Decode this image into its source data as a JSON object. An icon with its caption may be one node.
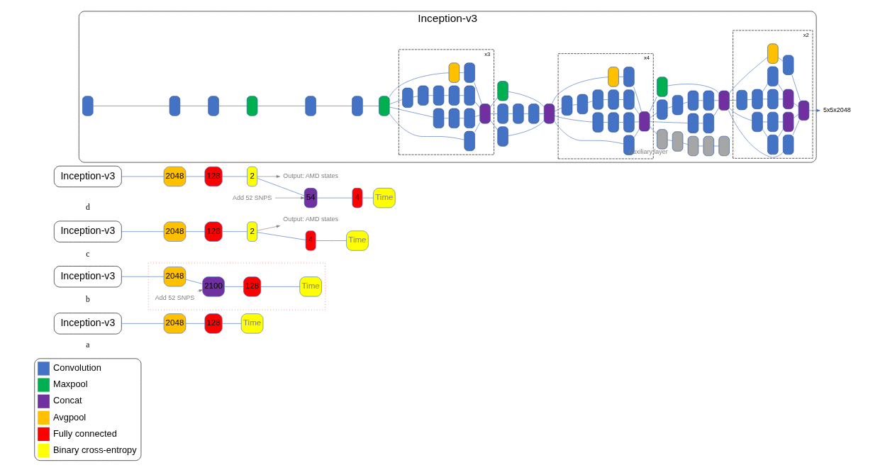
{
  "diagram": {
    "nodes": [
      {
        "text": [
          "Inception-v3"
        ]
      },
      {
        "text": [],
        "shape": "box",
        "in": 0
      },
      {
        "text": [],
        "shape": "box",
        "in": 0
      },
      {
        "text": [],
        "shape": "box",
        "in": 0
      },
      {
        "text": [],
        "shape": "box",
        "in": 0
      },
      {
        "text": [],
        "shape": "box",
        "in": 0
      },
      {
        "text": [],
        "shape": "box",
        "in": 0
      },
      {
        "text": [],
        "shape": "box",
        "in": 0
      },
      {
        "text": [
          "x3"
        ],
        "in": 0
      },
      {
        "text": [],
        "shape": "box",
        "in": 8
      },
      {
        "text": [],
        "shape": "box",
        "in": 8
      },
      {
        "text": [],
        "shape": "box",
        "in": 8
      },
      {
        "text": [],
        "shape": "box",
        "in": 8
      },
      {
        "text": [],
        "shape": "box",
        "in": 8
      },
      {
        "text": [],
        "shape": "box",
        "in": 8
      },
      {
        "text": [],
        "shape": "box",
        "in": 8
      },
      {
        "text": [],
        "shape": "box",
        "in": 8
      },
      {
        "text": [],
        "shape": "box",
        "in": 8
      },
      {
        "text": [],
        "shape": "box",
        "in": 8
      },
      {
        "text": [],
        "shape": "box",
        "in": 8
      },
      {
        "text": [],
        "shape": "box",
        "in": 8
      },
      {
        "text": [],
        "shape": "box",
        "in": 0
      },
      {
        "text": [],
        "shape": "box",
        "in": 0
      },
      {
        "text": [],
        "shape": "box",
        "in": 0
      },
      {
        "text": [],
        "shape": "box",
        "in": 0
      },
      {
        "text": [],
        "shape": "box",
        "in": 0
      },
      {
        "text": [],
        "shape": "box",
        "in": 0
      },
      {
        "text": [
          "x4"
        ],
        "in": 0
      },
      {
        "text": [],
        "shape": "box",
        "in": 27
      },
      {
        "text": [],
        "shape": "box",
        "in": 27
      },
      {
        "text": [],
        "shape": "box",
        "in": 27
      },
      {
        "text": [],
        "shape": "box",
        "in": 27
      },
      {
        "text": [],
        "shape": "box",
        "in": 27
      },
      {
        "text": [],
        "shape": "box",
        "in": 27
      },
      {
        "text": [],
        "shape": "box",
        "in": 27
      },
      {
        "text": [],
        "shape": "box",
        "in": 27
      },
      {
        "text": [],
        "shape": "box",
        "in": 27
      },
      {
        "text": [],
        "shape": "box",
        "in": 27
      },
      {
        "text": [],
        "shape": "box",
        "in": 27
      },
      {
        "text": [],
        "shape": "box",
        "in": 27
      },
      {
        "text": [],
        "shape": "box",
        "in": 0,
        "beside": [
          "Auxiliary layer"
        ]
      },
      {
        "text": [],
        "shape": "box",
        "in": 0
      },
      {
        "text": [],
        "shape": "box",
        "in": 0
      },
      {
        "text": [],
        "shape": "box",
        "in": 0
      },
      {
        "text": [],
        "shape": "box",
        "in": 0
      },
      {
        "text": [],
        "shape": "box",
        "in": 0
      },
      {
        "text": [],
        "shape": "box",
        "in": 0
      },
      {
        "text": [],
        "shape": "box",
        "in": 0
      },
      {
        "text": [],
        "shape": "box",
        "in": 0
      },
      {
        "text": [],
        "shape": "box",
        "in": 0
      },
      {
        "text": [],
        "shape": "box",
        "in": 0
      },
      {
        "text": [],
        "shape": "box",
        "in": 0
      },
      {
        "text": [],
        "shape": "box",
        "in": 0
      },
      {
        "text": [
          "x2"
        ],
        "in": 0
      },
      {
        "text": [],
        "shape": "box",
        "in": 53
      },
      {
        "text": [],
        "shape": "box",
        "in": 53
      },
      {
        "text": [],
        "shape": "box",
        "in": 53
      },
      {
        "text": [],
        "shape": "box",
        "in": 53
      },
      {
        "text": [],
        "shape": "box",
        "in": 53
      },
      {
        "text": [],
        "shape": "box",
        "in": 53
      },
      {
        "text": [],
        "shape": "box",
        "in": 53
      },
      {
        "text": [],
        "shape": "box",
        "in": 53
      },
      {
        "text": [],
        "shape": "box",
        "in": 53
      },
      {
        "text": [],
        "shape": "box",
        "in": 53
      },
      {
        "text": [],
        "shape": "box",
        "in": 53
      },
      {
        "text": [],
        "shape": "box",
        "in": 53
      },
      {
        "text": [],
        "shape": "box",
        "in": 53
      },
      {
        "text": [
          "5x5x2048"
        ]
      },
      {
        "text": [
          "Inception-v3"
        ]
      },
      {
        "text": [
          "2048"
        ]
      },
      {
        "text": [
          "128"
        ]
      },
      {
        "text": [
          "Time"
        ]
      },
      {
        "text": [
          "Inception-v3"
        ]
      },
      {
        "text": [],
        "shape": "box"
      },
      {
        "text": [
          "2048"
        ],
        "in": 73
      },
      {
        "text": [
          "2100"
        ],
        "in": 73
      },
      {
        "text": [
          "128"
        ],
        "in": 73
      },
      {
        "text": [
          "Time"
        ],
        "in": 73
      },
      {
        "text": [
          "Add 52 SNPS"
        ],
        "in": 73
      },
      {
        "text": [
          "Inception-v3"
        ]
      },
      {
        "text": [
          "2048"
        ]
      },
      {
        "text": [
          "128"
        ]
      },
      {
        "text": [
          "2"
        ]
      },
      {
        "text": [
          "4"
        ]
      },
      {
        "text": [
          "Time"
        ]
      },
      {
        "text": [
          "Output: AMD states"
        ]
      },
      {
        "text": [
          "Inception-v3"
        ]
      },
      {
        "text": [
          "2048"
        ]
      },
      {
        "text": [
          "128"
        ]
      },
      {
        "text": [
          "2"
        ]
      },
      {
        "text": [
          "54"
        ]
      },
      {
        "text": [
          "4"
        ]
      },
      {
        "text": [
          "Time"
        ]
      },
      {
        "text": [
          "Output: AMD states"
        ]
      },
      {
        "text": [
          "Add 52 SNPS"
        ]
      }
    ],
    "edges": [
      {
        "from": 1,
        "to": 2,
        "arrow": "none"
      },
      {
        "from": 2,
        "to": 3,
        "arrow": "none"
      },
      {
        "from": 3,
        "to": 4,
        "arrow": "none"
      },
      {
        "from": 4,
        "to": 5,
        "arrow": "none"
      },
      {
        "from": 5,
        "to": 6,
        "arrow": "none"
      },
      {
        "from": 6,
        "to": 7,
        "arrow": "none"
      },
      {
        "from": 7,
        "to": 9,
        "arrow": "none"
      },
      {
        "from": 7,
        "to": 10,
        "arrow": "none"
      },
      {
        "from": 7,
        "to": 13,
        "arrow": "none"
      },
      {
        "from": 7,
        "to": 18,
        "arrow": "none"
      },
      {
        "from": 10,
        "to": 11,
        "arrow": "none"
      },
      {
        "from": 11,
        "to": 12,
        "arrow": "none"
      },
      {
        "from": 13,
        "to": 14,
        "arrow": "none"
      },
      {
        "from": 14,
        "to": 15,
        "arrow": "none"
      },
      {
        "from": 15,
        "to": 16,
        "arrow": "none"
      },
      {
        "from": 16,
        "to": 17,
        "arrow": "none"
      },
      {
        "from": 18,
        "to": 19,
        "arrow": "none"
      },
      {
        "from": 9,
        "to": 20,
        "arrow": "none"
      },
      {
        "from": 12,
        "to": 20,
        "arrow": "none"
      },
      {
        "from": 17,
        "to": 20,
        "arrow": "none"
      },
      {
        "from": 19,
        "to": 20,
        "arrow": "none"
      },
      {
        "from": 20,
        "to": 21,
        "arrow": "none"
      },
      {
        "from": 20,
        "to": 22,
        "arrow": "none"
      },
      {
        "from": 20,
        "to": 25,
        "arrow": "none"
      },
      {
        "from": 22,
        "to": 23,
        "arrow": "none"
      },
      {
        "from": 23,
        "to": 24,
        "arrow": "none"
      },
      {
        "from": 21,
        "to": 26,
        "arrow": "none"
      },
      {
        "from": 24,
        "to": 26,
        "arrow": "none"
      },
      {
        "from": 25,
        "to": 26,
        "arrow": "none"
      },
      {
        "from": 26,
        "to": 28,
        "arrow": "none"
      },
      {
        "from": 26,
        "to": 29,
        "arrow": "none"
      },
      {
        "from": 26,
        "to": 32,
        "arrow": "none"
      },
      {
        "from": 26,
        "to": 37,
        "arrow": "none"
      },
      {
        "from": 29,
        "to": 30,
        "arrow": "none"
      },
      {
        "from": 30,
        "to": 31,
        "arrow": "none"
      },
      {
        "from": 32,
        "to": 33,
        "arrow": "none"
      },
      {
        "from": 33,
        "to": 34,
        "arrow": "none"
      },
      {
        "from": 34,
        "to": 35,
        "arrow": "none"
      },
      {
        "from": 35,
        "to": 36,
        "arrow": "none"
      },
      {
        "from": 37,
        "to": 38,
        "arrow": "none"
      },
      {
        "from": 28,
        "to": 39,
        "arrow": "none"
      },
      {
        "from": 31,
        "to": 39,
        "arrow": "none"
      },
      {
        "from": 36,
        "to": 39,
        "arrow": "none"
      },
      {
        "from": 38,
        "to": 39,
        "arrow": "none"
      },
      {
        "from": 39,
        "to": 40,
        "arrow": "none"
      },
      {
        "from": 40,
        "to": 41,
        "arrow": "none"
      },
      {
        "from": 41,
        "to": 42,
        "arrow": "none"
      },
      {
        "from": 42,
        "to": 43,
        "arrow": "none"
      },
      {
        "from": 43,
        "to": 44,
        "arrow": "none"
      },
      {
        "from": 39,
        "to": 45,
        "arrow": "none"
      },
      {
        "from": 39,
        "to": 47,
        "arrow": "none"
      },
      {
        "from": 39,
        "to": 51,
        "arrow": "none"
      },
      {
        "from": 45,
        "to": 46,
        "arrow": "none"
      },
      {
        "from": 47,
        "to": 48,
        "arrow": "none"
      },
      {
        "from": 48,
        "to": 49,
        "arrow": "none"
      },
      {
        "from": 49,
        "to": 50,
        "arrow": "none"
      },
      {
        "from": 46,
        "to": 52,
        "arrow": "none"
      },
      {
        "from": 50,
        "to": 52,
        "arrow": "none"
      },
      {
        "from": 51,
        "to": 52,
        "arrow": "none"
      },
      {
        "from": 52,
        "to": 54,
        "arrow": "none"
      },
      {
        "from": 52,
        "to": 56,
        "arrow": "none"
      },
      {
        "from": 52,
        "to": 59,
        "arrow": "none"
      },
      {
        "from": 52,
        "to": 64,
        "arrow": "none"
      },
      {
        "from": 56,
        "to": 55,
        "arrow": "none"
      },
      {
        "from": 56,
        "to": 57,
        "arrow": "none"
      },
      {
        "from": 55,
        "to": 58,
        "arrow": "none"
      },
      {
        "from": 57,
        "to": 58,
        "arrow": "none"
      },
      {
        "from": 59,
        "to": 60,
        "arrow": "none"
      },
      {
        "from": 60,
        "to": 61,
        "arrow": "none"
      },
      {
        "from": 60,
        "to": 62,
        "arrow": "none"
      },
      {
        "from": 61,
        "to": 63,
        "arrow": "none"
      },
      {
        "from": 62,
        "to": 63,
        "arrow": "none"
      },
      {
        "from": 64,
        "to": 65,
        "arrow": "none"
      },
      {
        "from": 54,
        "to": 66,
        "arrow": "none"
      },
      {
        "from": 58,
        "to": 66,
        "arrow": "none"
      },
      {
        "from": 63,
        "to": 66,
        "arrow": "none"
      },
      {
        "from": 65,
        "to": 66,
        "arrow": "none"
      },
      {
        "from": 66,
        "to": 67,
        "arrow": "to"
      },
      {
        "from": 68,
        "to": 69,
        "arrow": "none"
      },
      {
        "from": 69,
        "to": 70,
        "arrow": "none"
      },
      {
        "from": 70,
        "to": 71,
        "arrow": "none"
      },
      {
        "from": 72,
        "to": 74,
        "arrow": "none"
      },
      {
        "from": 74,
        "to": 75,
        "arrow": "none"
      },
      {
        "from": 75,
        "to": 76,
        "arrow": "none"
      },
      {
        "from": 76,
        "to": 77,
        "arrow": "none"
      },
      {
        "from": 78,
        "to": 75,
        "arrow": "to",
        "color": "#808080"
      },
      {
        "from": 79,
        "to": 80,
        "arrow": "none"
      },
      {
        "from": 80,
        "to": 81,
        "arrow": "none"
      },
      {
        "from": 81,
        "to": 82,
        "arrow": "none"
      },
      {
        "from": 82,
        "to": 83,
        "arrow": "none"
      },
      {
        "from": 83,
        "to": 84,
        "arrow": "none"
      },
      {
        "from": 82,
        "to": 85,
        "arrow": "to",
        "color": "#808080"
      },
      {
        "from": 86,
        "to": 87,
        "arrow": "none"
      },
      {
        "from": 87,
        "to": 88,
        "arrow": "none"
      },
      {
        "from": 88,
        "to": 89,
        "arrow": "none"
      },
      {
        "from": 89,
        "to": 90,
        "arrow": "none"
      },
      {
        "from": 90,
        "to": 91,
        "arrow": "none"
      },
      {
        "from": 91,
        "to": 92,
        "arrow": "none"
      },
      {
        "from": 89,
        "to": 93,
        "arrow": "to",
        "color": "#808080"
      },
      {
        "from": 94,
        "to": 90,
        "arrow": "to",
        "color": "#808080"
      }
    ],
    "labels": [
      "a",
      "b",
      "c",
      "d"
    ],
    "legend": [
      {
        "text": "Convolution",
        "color": "#4472c4"
      },
      {
        "text": "Maxpool",
        "color": "#00b050"
      },
      {
        "text": "Concat",
        "color": "#7030a0"
      },
      {
        "text": "Avgpool",
        "color": "#ffc000"
      },
      {
        "text": "Fully connected",
        "color": "#ff0000"
      },
      {
        "text": "Binary cross-entropy",
        "color": "#ffff00"
      }
    ]
  }
}
